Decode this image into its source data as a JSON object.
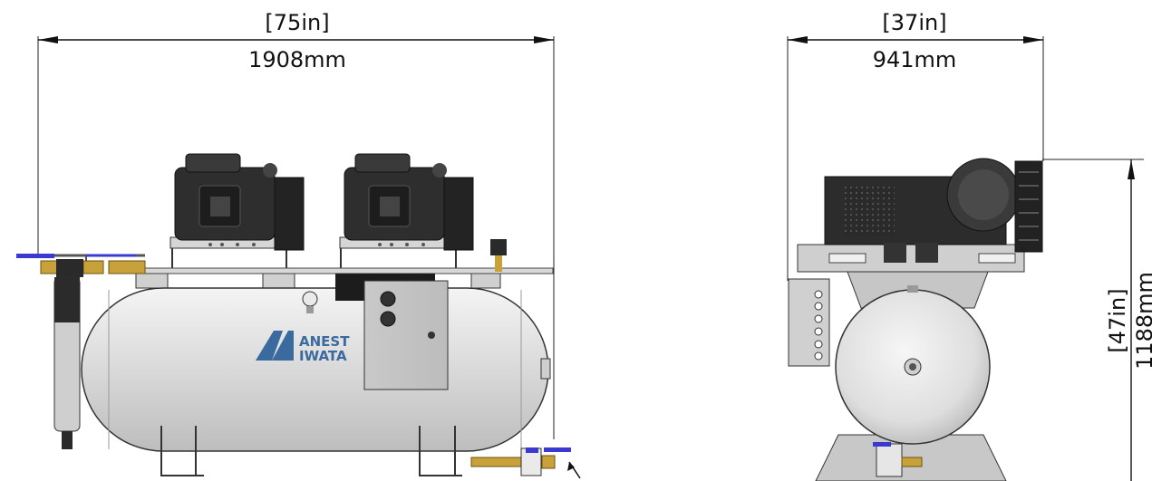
{
  "dimensions": {
    "front_width_in": "[75in]",
    "front_width_mm": "1908mm",
    "side_width_in": "[37in]",
    "side_width_mm": "941mm",
    "height_in": "[47in]",
    "height_mm": "1188mm"
  },
  "logo": {
    "text_line1": "ANEST",
    "text_line2": "IWATA"
  },
  "colors": {
    "tank": "#e4e4e4",
    "motor": "#2e2e2e",
    "brass": "#c8a13a",
    "valve_handle": "#3a3ad0",
    "logo": "#3a6a9e"
  }
}
